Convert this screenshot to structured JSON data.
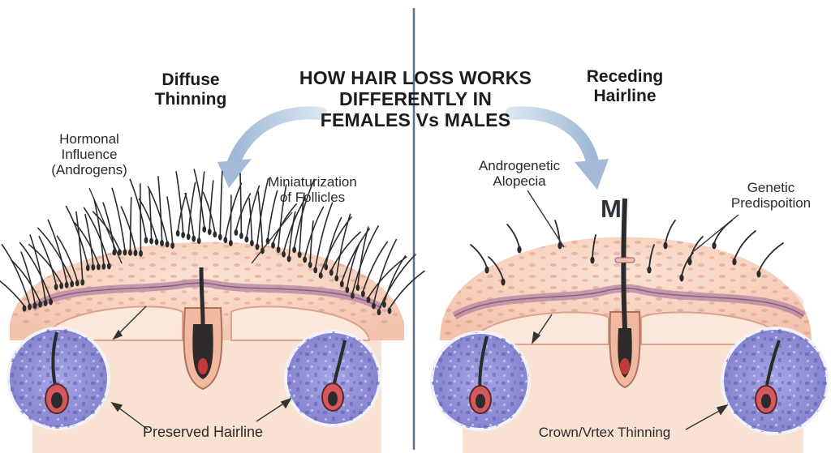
{
  "title": "HOW HAIR LOSS WORKS DIFFERENTLY IN FEMALES Vs MALES",
  "title_lines": [
    "HOW HAIR LOSS WORKS",
    "DIFFERENTLY IN",
    "FEMALES Vs MALES"
  ],
  "female": {
    "heading_lines": [
      "Diffuse",
      "Thinning"
    ],
    "labels": {
      "hormonal_lines": [
        "Hormonal",
        "Influence",
        "(Androgens)"
      ],
      "miniaturization_lines": [
        "Miniaturization",
        "of Follicles"
      ],
      "preserved": "Preserved Hairline"
    }
  },
  "male": {
    "heading_lines": [
      "Receding",
      "Hairline"
    ],
    "m_letter": "M",
    "labels": {
      "androgenetic_lines": [
        "Androgenetic",
        "Alopecia"
      ],
      "genetic_lines": [
        "Genetic",
        "Predispoition"
      ],
      "crown": "Crown/Vrtex Thinning"
    }
  },
  "colors": {
    "skin": "#f6cdb9",
    "skin_dark": "#e8a792",
    "dermis": "#f9e0cc",
    "fat_layer": "#b68aa3",
    "hair": "#2b2b2b",
    "circle": "#8f8ed8",
    "arrow": "#b9cde2",
    "divider": "#5f6f84"
  }
}
